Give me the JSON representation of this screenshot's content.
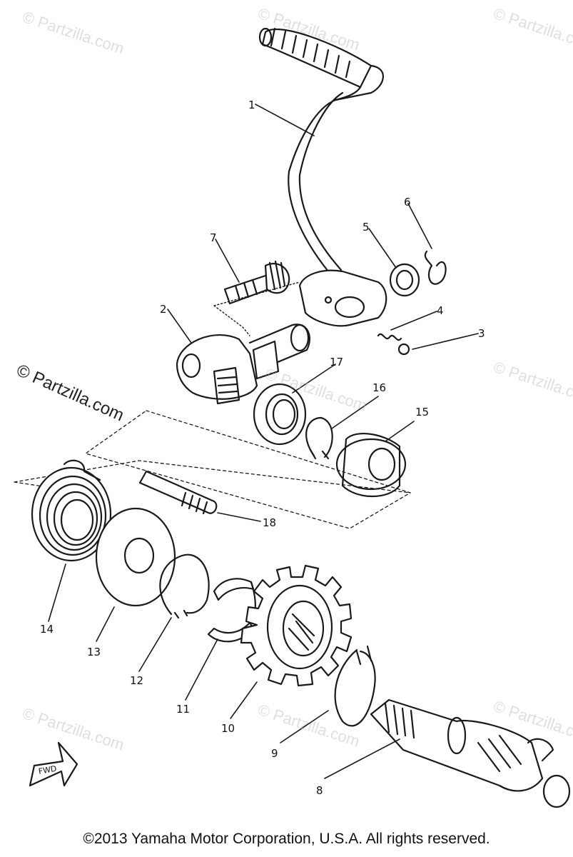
{
  "diagram": {
    "callouts": [
      "1",
      "2",
      "3",
      "4",
      "5",
      "6",
      "7",
      "8",
      "9",
      "10",
      "11",
      "12",
      "13",
      "14",
      "15",
      "16",
      "17",
      "18"
    ],
    "fwd_label": "FWD",
    "watermark_text": "© Partzilla.com",
    "side_watermark": "© Partzilla.com"
  },
  "footer": {
    "copyright": "©2013  Yamaha Motor Corporation, U.S.A. All rights reserved."
  }
}
